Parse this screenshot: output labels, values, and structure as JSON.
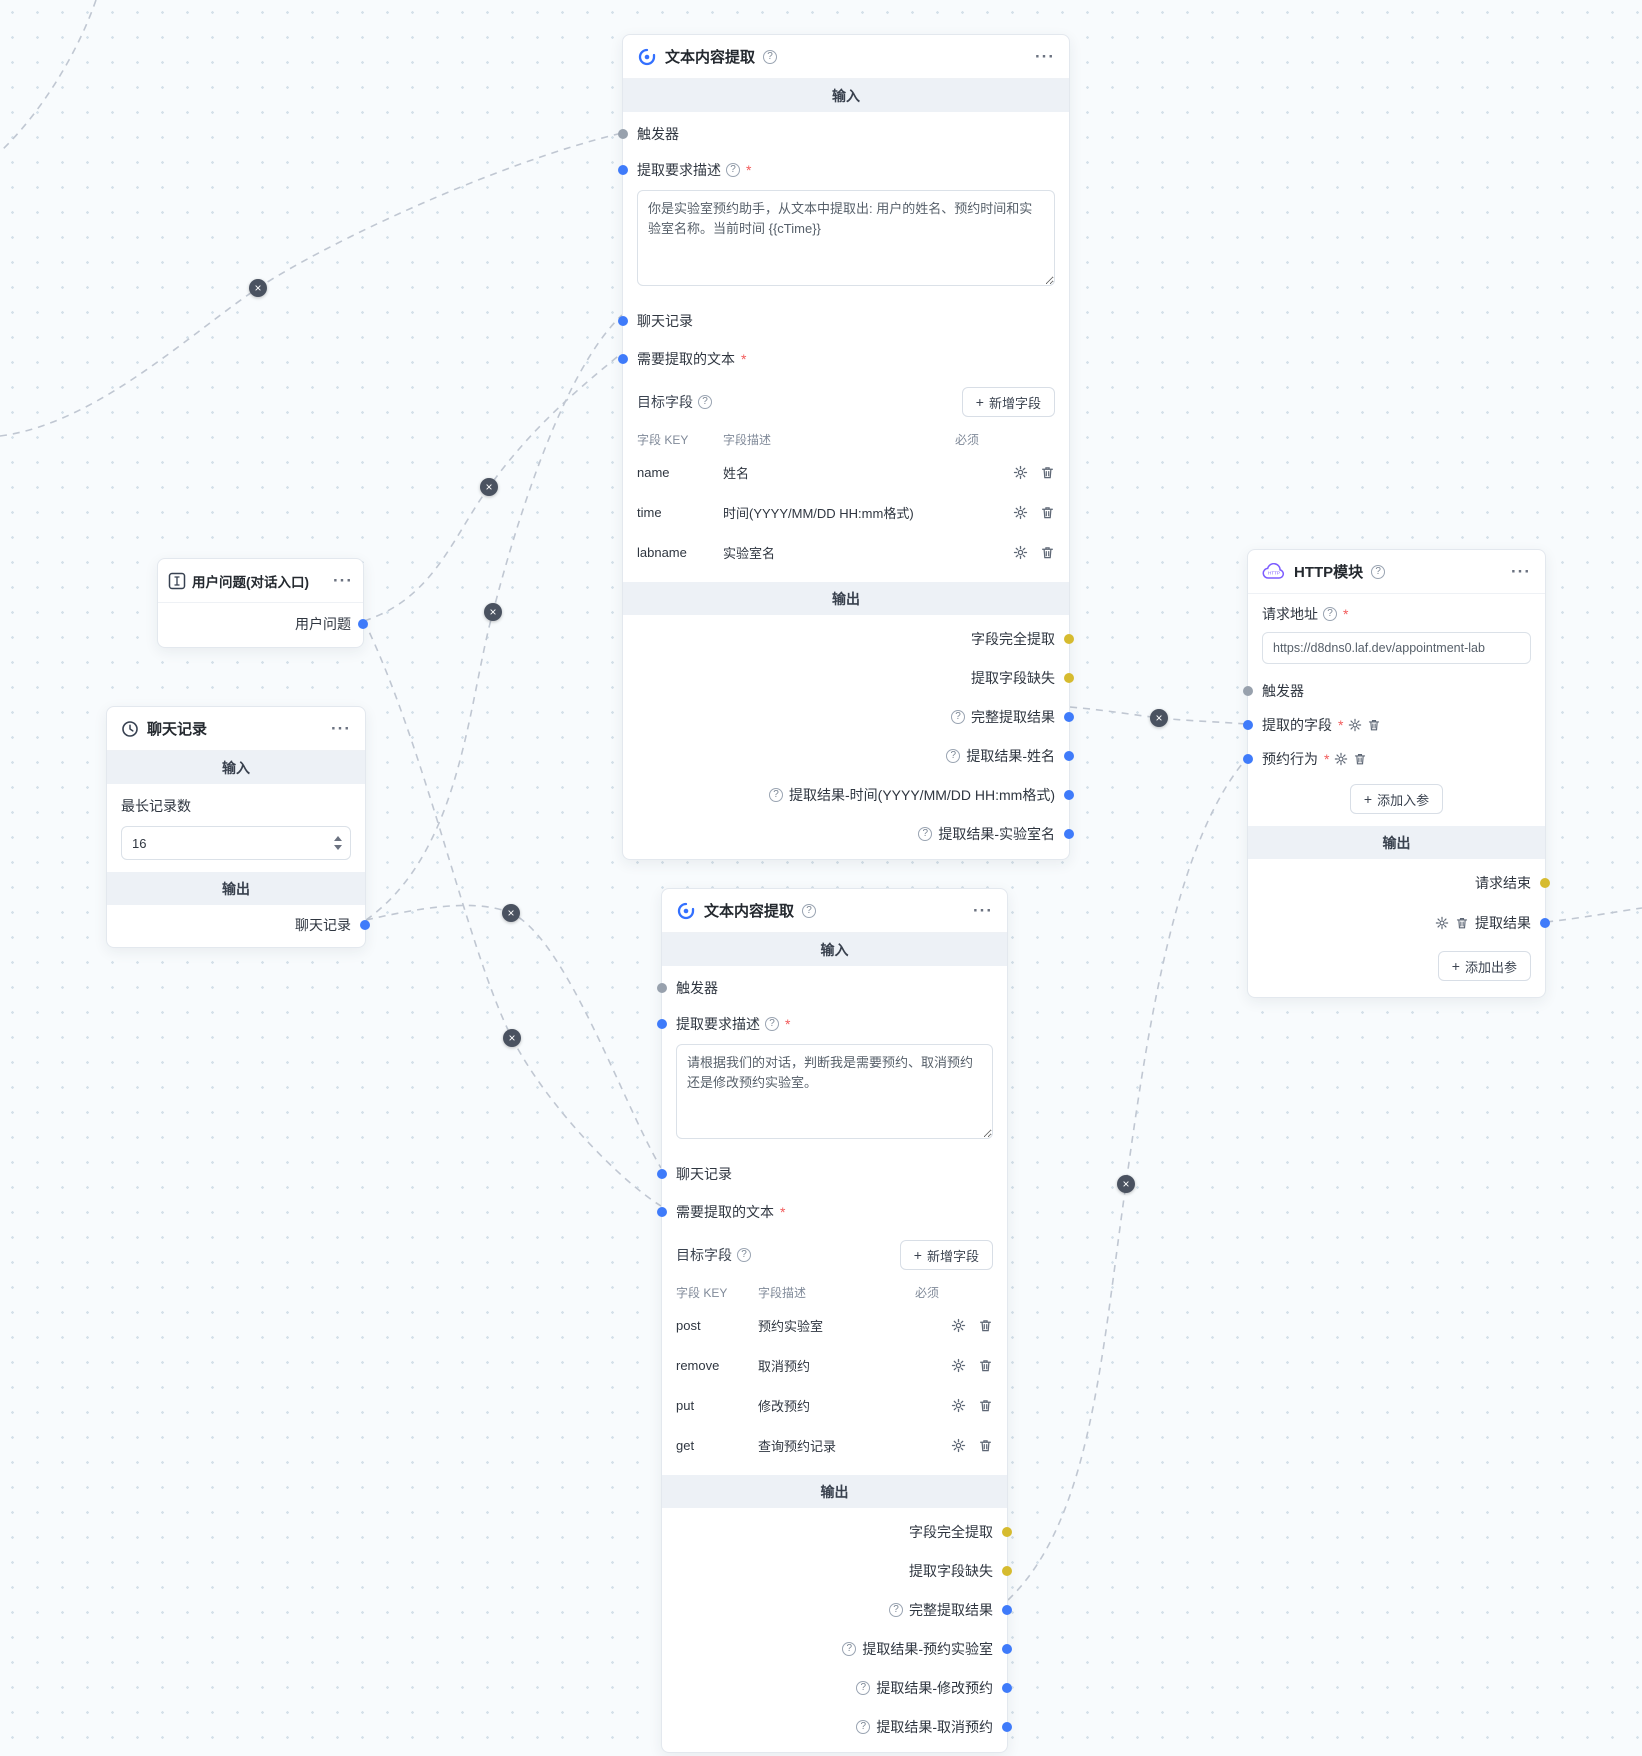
{
  "icons": {
    "help": "?",
    "more": "···",
    "asterisk": "*",
    "close": "×",
    "plus": "+",
    "http_badge": "HTTP"
  },
  "nodes": {
    "extract1": {
      "title": "文本内容提取",
      "input_band": "输入",
      "output_band": "输出",
      "rows": {
        "trigger": "触发器",
        "desc_label": "提取要求描述",
        "desc_value": "你是实验室预约助手，从文本中提取出: 用户的姓名、预约时间和实验室名称。当前时间 {{cTime}}",
        "chat": "聊天记录",
        "text": "需要提取的文本",
        "target": "目标字段",
        "add_field": "新增字段"
      },
      "table": {
        "col_key": "字段 KEY",
        "col_desc": "字段描述",
        "col_required": "必须",
        "fields": [
          {
            "key": "name",
            "desc": "姓名"
          },
          {
            "key": "time",
            "desc": "时间(YYYY/MM/DD HH:mm格式)"
          },
          {
            "key": "labname",
            "desc": "实验室名"
          }
        ]
      },
      "outputs": [
        {
          "label": "字段完全提取"
        },
        {
          "label": "提取字段缺失"
        },
        {
          "label": "完整提取结果"
        },
        {
          "label": "提取结果-姓名"
        },
        {
          "label": "提取结果-时间(YYYY/MM/DD HH:mm格式)"
        },
        {
          "label": "提取结果-实验室名"
        }
      ]
    },
    "userQuestion": {
      "title": "用户问题(对话入口)",
      "output": "用户问题"
    },
    "chatHistory": {
      "title": "聊天记录",
      "input_band": "输入",
      "max_label": "最长记录数",
      "max_value": "16",
      "output_band": "输出",
      "output": "聊天记录"
    },
    "http": {
      "title": "HTTP模块",
      "url_label": "请求地址",
      "url_value": "https://d8dns0.laf.dev/appointment-lab",
      "trigger": "触发器",
      "param_field": "提取的字段",
      "param_action": "预约行为",
      "add_input": "添加入参",
      "output_band": "输出",
      "out_done": "请求结束",
      "out_result": "提取结果",
      "add_output": "添加出参"
    },
    "extract2": {
      "title": "文本内容提取",
      "input_band": "输入",
      "output_band": "输出",
      "rows": {
        "trigger": "触发器",
        "desc_label": "提取要求描述",
        "desc_value": "请根据我们的对话，判断我是需要预约、取消预约还是修改预约实验室。",
        "chat": "聊天记录",
        "text": "需要提取的文本",
        "target": "目标字段",
        "add_field": "新增字段"
      },
      "table": {
        "col_key": "字段 KEY",
        "col_desc": "字段描述",
        "col_required": "必须",
        "fields": [
          {
            "key": "post",
            "desc": "预约实验室"
          },
          {
            "key": "remove",
            "desc": "取消预约"
          },
          {
            "key": "put",
            "desc": "修改预约"
          },
          {
            "key": "get",
            "desc": "查询预约记录"
          }
        ]
      },
      "outputs": [
        {
          "label": "字段完全提取"
        },
        {
          "label": "提取字段缺失"
        },
        {
          "label": "完整提取结果"
        },
        {
          "label": "提取结果-预约实验室"
        },
        {
          "label": "提取结果-修改预约"
        },
        {
          "label": "提取结果-取消预约"
        }
      ]
    }
  }
}
